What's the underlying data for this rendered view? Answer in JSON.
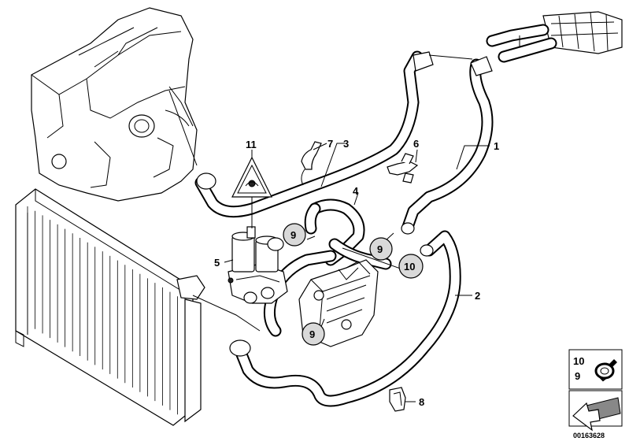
{
  "callouts": {
    "c1": "1",
    "c2": "2",
    "c3": "3",
    "c4": "4",
    "c5": "5",
    "c6": "6",
    "c7": "7",
    "c8": "8",
    "c9a": "9",
    "c9b": "9",
    "c9c": "9",
    "c10": "10",
    "c11": "11"
  },
  "inset": {
    "top_label": "10",
    "bottom_label": "9"
  },
  "reference_number": "00163628"
}
